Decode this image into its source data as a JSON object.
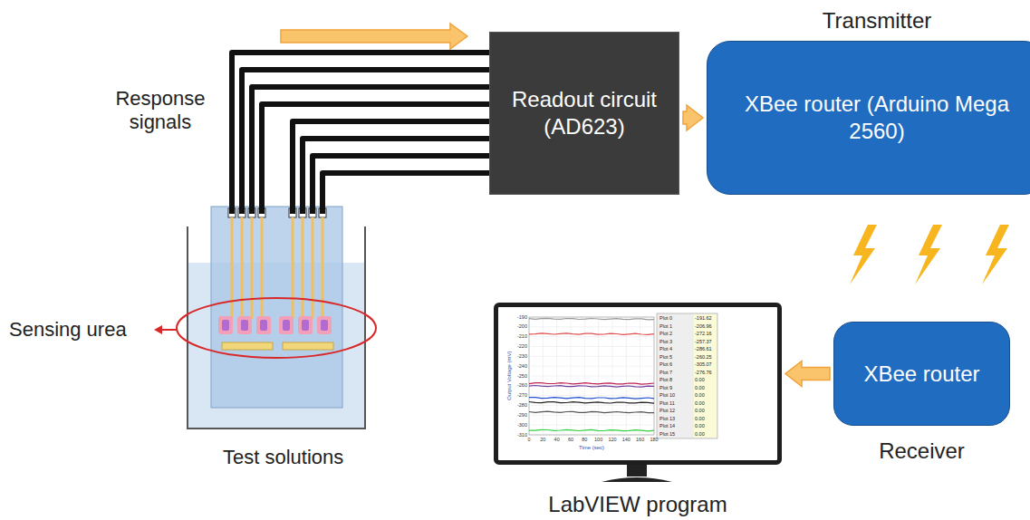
{
  "diagram": {
    "nodes": [
      {
        "text": [
          "Readout circuit (AD623)"
        ]
      },
      {
        "text": [
          "Transmitter",
          "XBee router (Arduino Mega 2560)"
        ]
      },
      {
        "text": [
          "LabVIEW program"
        ]
      },
      {
        "text": [
          "XBee router",
          "Receiver"
        ]
      }
    ],
    "edges": [
      {
        "from": 0,
        "to": 1,
        "arrow": "to"
      },
      {
        "from": 3,
        "to": 2,
        "arrow": "to"
      }
    ],
    "labels": [
      "Response signals",
      "Sensing urea",
      "Test solutions",
      "-190",
      "-200",
      "-210",
      "-220",
      "-230",
      "-240",
      "-250",
      "-260",
      "-270",
      "-280",
      "-290",
      "-300",
      "-310",
      "Output Voltage (mV)",
      "0",
      "20",
      "40",
      "60",
      "80",
      "100",
      "120",
      "140",
      "160",
      "180",
      "Time (sec)",
      "Plot 0",
      "Plot 1",
      "Plot 2",
      "Plot 3",
      "Plot 4",
      "Plot 5",
      "Plot 6",
      "Plot 7",
      "Plot 8",
      "Plot 9",
      "Plot 10",
      "Plot 11",
      "Plot 12",
      "Plot 13",
      "Plot 14",
      "Plot 15",
      "-191.62",
      "-206.96",
      "-272.16",
      "-257.37",
      "-286.61",
      "-260.25",
      "-305.07",
      "-276.76",
      "0.00",
      "0.00",
      "0.00",
      "0.00",
      "0.00",
      "0.00",
      "0.00",
      "0.00"
    ]
  }
}
